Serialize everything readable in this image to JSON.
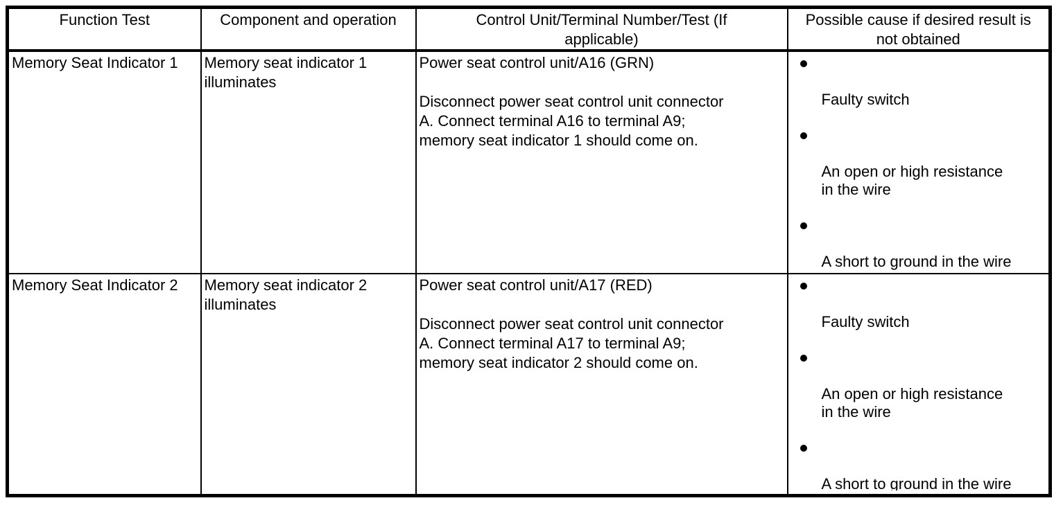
{
  "colors": {
    "border": "#000000",
    "background": "#ffffff",
    "text": "#000000"
  },
  "table": {
    "headers": [
      {
        "lines": [
          "Function Test"
        ]
      },
      {
        "lines": [
          "Component and operation"
        ]
      },
      {
        "lines": [
          "Control Unit/Terminal Number/Test (If",
          "applicable)"
        ]
      },
      {
        "lines": [
          "Possible cause if desired result is",
          "not obtained"
        ]
      }
    ],
    "rows": [
      {
        "function_test": "Memory Seat Indicator 1",
        "component_lines": [
          "Memory seat indicator 1",
          "illuminates"
        ],
        "control_unit_title": "Power seat control unit/A16 (GRN)",
        "test_lines": [
          "Disconnect power seat control unit connector",
          "A. Connect terminal A16 to terminal A9;",
          "memory seat indicator 1 should come on."
        ],
        "causes": [
          {
            "lines": [
              "Faulty switch"
            ]
          },
          {
            "lines": [
              "An open or high resistance",
              "in the wire"
            ]
          },
          {
            "lines": [
              "A short to ground in the wire"
            ]
          }
        ]
      },
      {
        "function_test": "Memory Seat Indicator 2",
        "component_lines": [
          "Memory seat indicator 2",
          "illuminates"
        ],
        "control_unit_title": "Power seat control unit/A17 (RED)",
        "test_lines": [
          "Disconnect power seat control unit connector",
          "A. Connect terminal A17 to terminal A9;",
          "memory seat indicator 2 should come on."
        ],
        "causes": [
          {
            "lines": [
              "Faulty switch"
            ]
          },
          {
            "lines": [
              "An open or high resistance",
              "in the wire"
            ]
          },
          {
            "lines": [
              "A short to ground in the wire"
            ]
          }
        ]
      }
    ]
  }
}
